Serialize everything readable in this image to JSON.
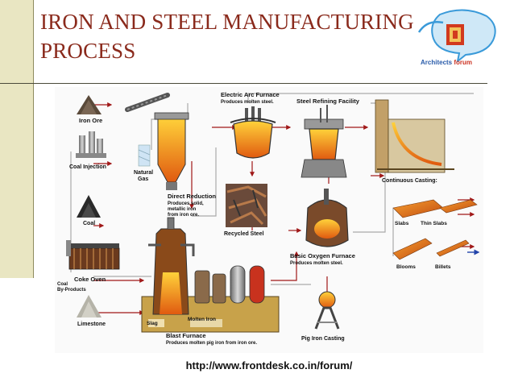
{
  "title": {
    "line1": "IRON AND STEEL MANUFACTURING",
    "line2": "PROCESS"
  },
  "logo": {
    "part1": "Architects",
    "part2": "forum"
  },
  "diagram": {
    "labels": {
      "iron_ore": "Iron Ore",
      "coal_injection": "Coal Injection",
      "natural_gas_1": "Natural",
      "natural_gas_2": "Gas",
      "coal": "Coal",
      "coke_oven": "Coke Oven",
      "coal_byproducts_1": "Coal",
      "coal_byproducts_2": "By-Products",
      "limestone": "Limestone",
      "direct_reduction": "Direct Reduction",
      "direct_reduction_desc_1": "Produces solid,",
      "direct_reduction_desc_2": "metallic iron",
      "direct_reduction_desc_3": "from iron ore.",
      "electric_arc": "Electric Arc Furnace",
      "electric_arc_desc": "Produces molten steel.",
      "steel_refining": "Steel Refining Facility",
      "recycled_steel": "Recycled Steel",
      "basic_oxygen": "Basic Oxygen Furnace",
      "basic_oxygen_desc": "Produces molten steel.",
      "continuous_casting": "Continuous Casting:",
      "slabs": "Slabs",
      "thin_slabs": "Thin Slabs",
      "blooms": "Blooms",
      "billets": "Billets",
      "slag": "Slag",
      "molten_iron": "Molten Iron",
      "blast_furnace": "Blast Furnace",
      "blast_furnace_desc": "Produces molten pig iron from iron ore.",
      "pig_iron_casting": "Pig Iron Casting"
    }
  },
  "source_url": "http://www.frontdesk.co.in/forum/",
  "colors": {
    "title": "#8a2a1c",
    "sidebar": "#e9e6c2",
    "arrow": "#a01818",
    "molten": "#f08a10"
  }
}
